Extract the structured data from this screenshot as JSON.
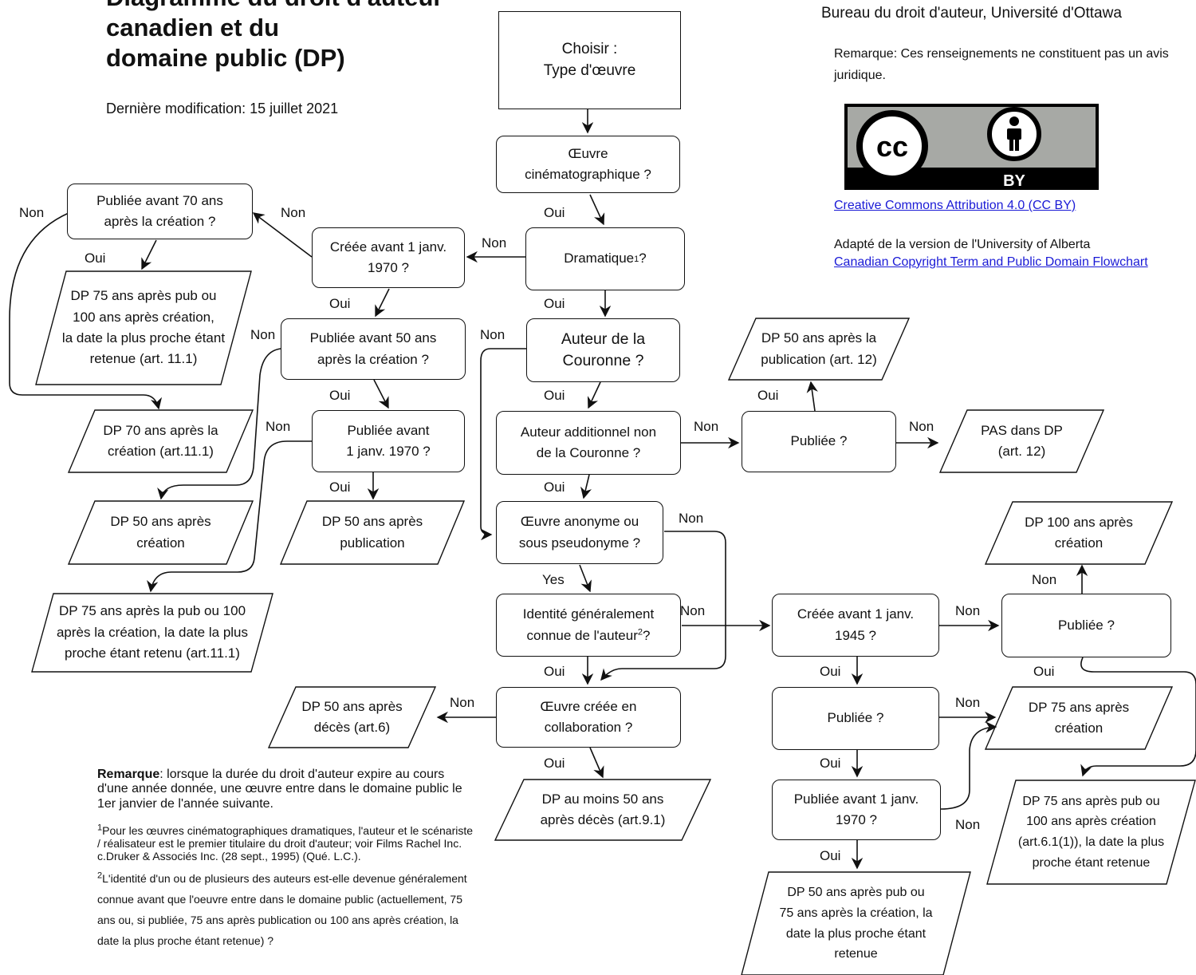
{
  "header": {
    "title_lines": [
      "Diagramme du droit d'auteur",
      "canadien et du",
      "domaine public (DP)"
    ],
    "last_modified": "Dernière modification: 15 juillet 2021"
  },
  "sidebar": {
    "org": "Bureau du droit d'auteur, Université d'Ottawa",
    "remark": "Remarque: Ces renseignements ne constituent pas un avis juridique.",
    "cc_logo_alt": "cc-by-logo",
    "cc_link": "Creative Commons Attribution 4.0 (CC BY)",
    "adapted_prefix": "Adapté de la version de l'University of Alberta",
    "adapted_link": "Canadian Copyright Term and Public Domain Flowchart"
  },
  "notes": {
    "remark_label": "Remarque",
    "remark_text": ": lorsque la durée du droit d'auteur expire au cours d'une année donnée, une œuvre entre dans le domaine public le 1er janvier de l'année suivante.",
    "fn1_mark": "1",
    "fn1_text": "Pour les œuvres cinématographiques dramatiques, l'auteur et le scénariste / réalisateur est le premier titulaire du droit d'auteur; voir Films Rachel Inc. c.Druker & Associés Inc. (28 sept., 1995) (Qué. L.C.).",
    "fn2_mark": "2",
    "fn2_text": "L'identité d'un ou de plusieurs des auteurs est-elle devenue généralement connue avant que l'oeuvre entre dans le domaine public (actuellement, 75 ans ou, si publiée, 75 ans après publication ou 100 ans après création, la date la plus proche étant retenue) ?"
  },
  "nodes": {
    "start": "Choisir :\nType d'œuvre",
    "cinema": "Œuvre\ncinématographique ?",
    "dramatic": "Dramatique",
    "dramatic_sup": "1",
    "dramatic_end": "?",
    "created_1970": "Créée avant 1 janv.\n1970 ?",
    "pub70": "Publiée avant 70 ans\naprès la création ?",
    "pub50": "Publiée avant 50 ans\naprès la création ?",
    "pub_before_1970": "Publiée avant\n1 janv. 1970 ?",
    "crown": "Auteur de la\nCouronne ?",
    "add_author": "Auteur additionnel non\nde la Couronne ?",
    "published_crown": "Publiée ?",
    "anon": "Œuvre anonyme ou\nsous pseudonyme ?",
    "identity": "Identité généralement\nconnue de l'auteur",
    "identity_sup": "2",
    "identity_end": "?",
    "collab": "Œuvre créée en\ncollaboration ?",
    "created_1945": "Créée avant 1 janv.\n1945 ?",
    "published_a": "Publiée ?",
    "published_b": "Publiée ?",
    "pub_before_1970_b": "Publiée avant 1 janv.\n1970 ?"
  },
  "outcomes": {
    "dp_75_pub_100_111": "DP 75 ans après  pub ou\n100 ans après création,\nla date la plus proche étant\nretenue (art. 11.1)",
    "dp_70_creation": "DP 70 ans après la\ncréation (art.11.1)",
    "dp_50_creation": "DP 50 ans après\ncréation",
    "dp_50_publication": "DP 50 ans après\npublication",
    "dp_75_pub_100_b": "DP 75 ans après la pub ou 100\naprès la création, la date la plus\nproche étant retenu (art.11.1)",
    "dp_50_pub_art12": "DP 50 ans après la\npublication (art. 12)",
    "not_dp_art12": "PAS dans DP\n(art. 12)",
    "dp_50_death": "DP 50 ans après\ndécès (art.6)",
    "dp_min50_death": "DP au moins 50 ans\naprès décès (art.9.1)",
    "dp_100_creation": "DP 100 ans après\ncréation",
    "dp_75_creation": "DP 75 ans après\ncréation",
    "dp_75_pub_100_61": "DP 75 ans après pub ou\n100 ans après création\n(art.6.1(1)), la date la plus\nproche étant retenue",
    "dp_50_pub_75": "DP 50 ans après pub ou\n75 ans après la création, la\ndate la plus proche étant\nretenue"
  },
  "edge_labels": {
    "oui": "Oui",
    "non": "Non",
    "yes": "Yes"
  },
  "colors": {
    "line": "#111111",
    "link": "#1a1ad6",
    "cc_gray": "#a7a9a5"
  }
}
